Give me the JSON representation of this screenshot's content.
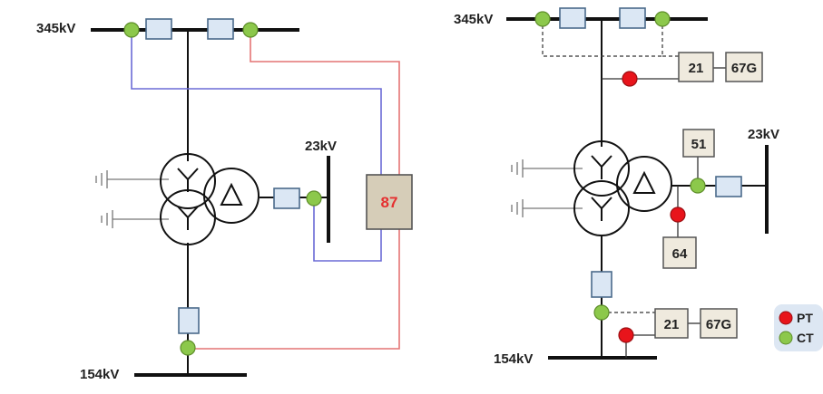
{
  "left_diagram": {
    "label_hv": "345kV",
    "label_lv": "154kV",
    "label_tv": "23kV",
    "relay": {
      "code": "87",
      "text_color": "#e53030"
    }
  },
  "right_diagram": {
    "label_hv": "345kV",
    "label_lv": "154kV",
    "label_tv": "23kV",
    "relay_hv_21": "21",
    "relay_hv_67g": "67G",
    "relay_lv_21": "21",
    "relay_lv_67g": "67G",
    "relay_51": "51",
    "relay_64": "64"
  },
  "legend": {
    "items": [
      {
        "label": "PT",
        "color": "#e8141b"
      },
      {
        "label": "CT",
        "color": "#8cc84b"
      }
    ]
  },
  "colors": {
    "line": "#111111",
    "ground": "#777777",
    "breaker_fill": "#dbe7f4",
    "breaker_stroke": "#4a6a8a",
    "relay_fill": "#efeade",
    "relay87_fill": "#d6cdb8",
    "blue_wire": "#6b6bd6",
    "red_wire": "#e47474"
  }
}
